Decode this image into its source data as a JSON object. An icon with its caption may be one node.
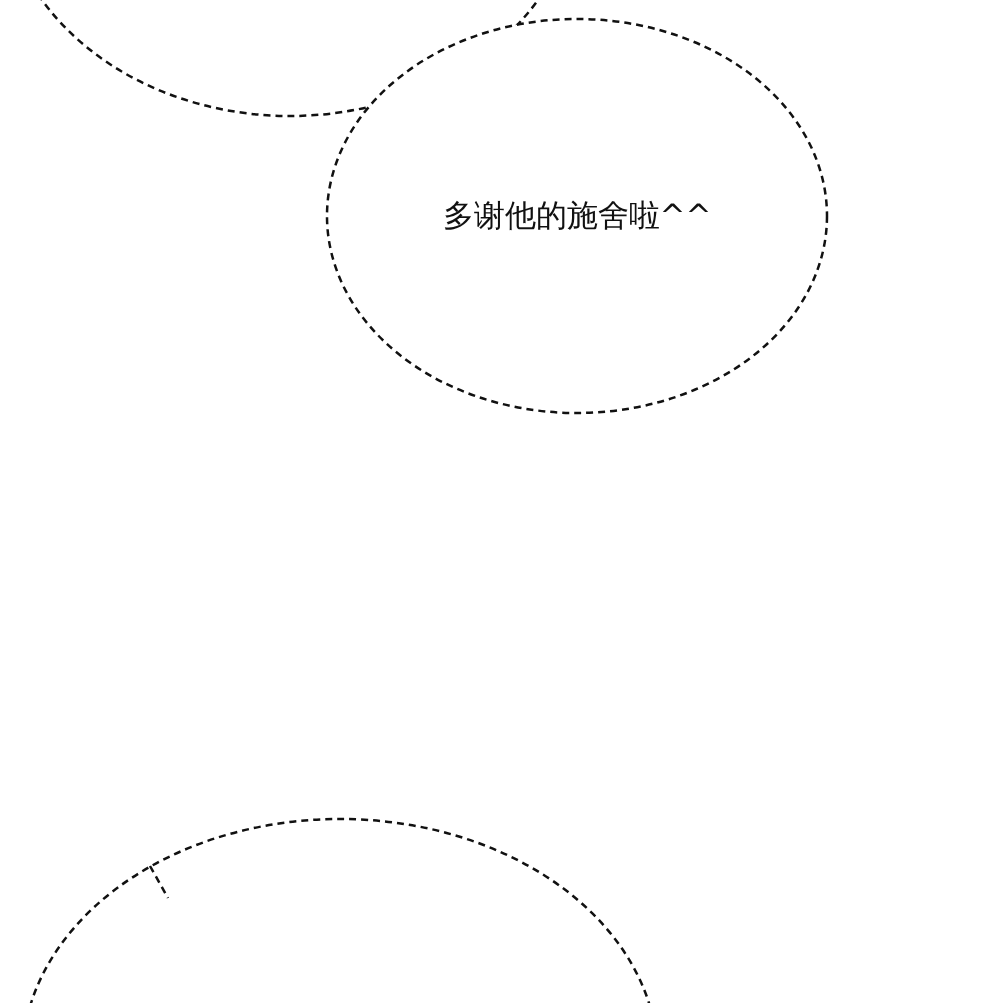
{
  "diagram": {
    "nodes": [
      {
        "text": [],
        "shape": "ellipse"
      },
      {
        "text": [
          "多谢他的施舍啦^^"
        ]
      },
      {
        "text": [],
        "shape": "ellipse"
      }
    ]
  }
}
